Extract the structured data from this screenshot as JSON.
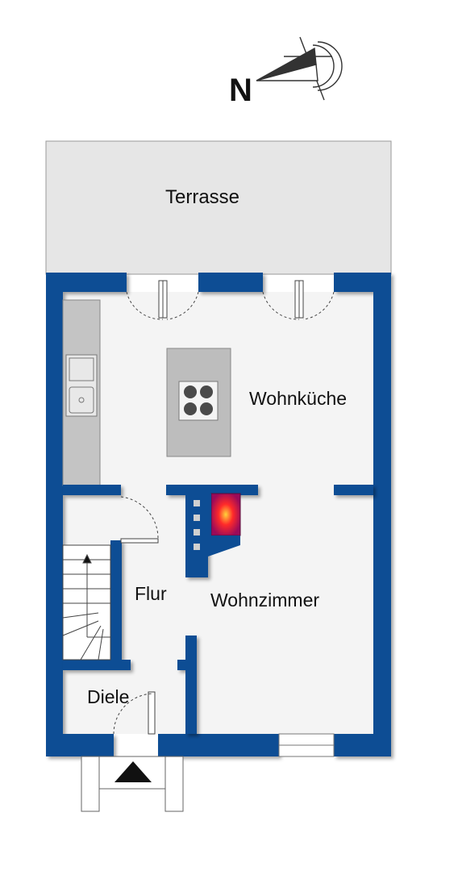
{
  "compass": {
    "letter": "N",
    "icon": "north-arrow-icon"
  },
  "rooms": {
    "terrace": "Terrasse",
    "kitchen": "Wohnküche",
    "hallway": "Flur",
    "living": "Wohnzimmer",
    "entrance": "Diele"
  },
  "colors": {
    "wall": "#0d4d94",
    "floor": "#f4f4f4",
    "terrace": "#e6e6e6",
    "counter": "#c4c4c4",
    "fireplace": "#e0193a"
  }
}
